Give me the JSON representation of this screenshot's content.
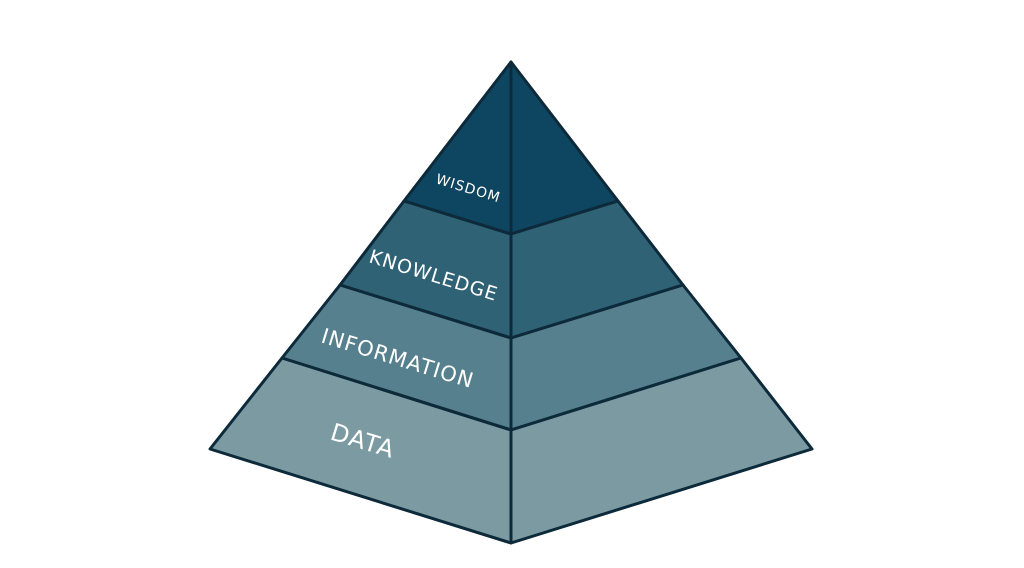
{
  "diagram": {
    "type": "pyramid",
    "stroke_color": "#0d2a3a",
    "layers": [
      {
        "label": "WISDOM",
        "color": "#0e4560"
      },
      {
        "label": "KNOWLEDGE",
        "color": "#2f6275"
      },
      {
        "label": "INFORMATION",
        "color": "#56808d"
      },
      {
        "label": "DATA",
        "color": "#7b9aa2"
      }
    ]
  }
}
